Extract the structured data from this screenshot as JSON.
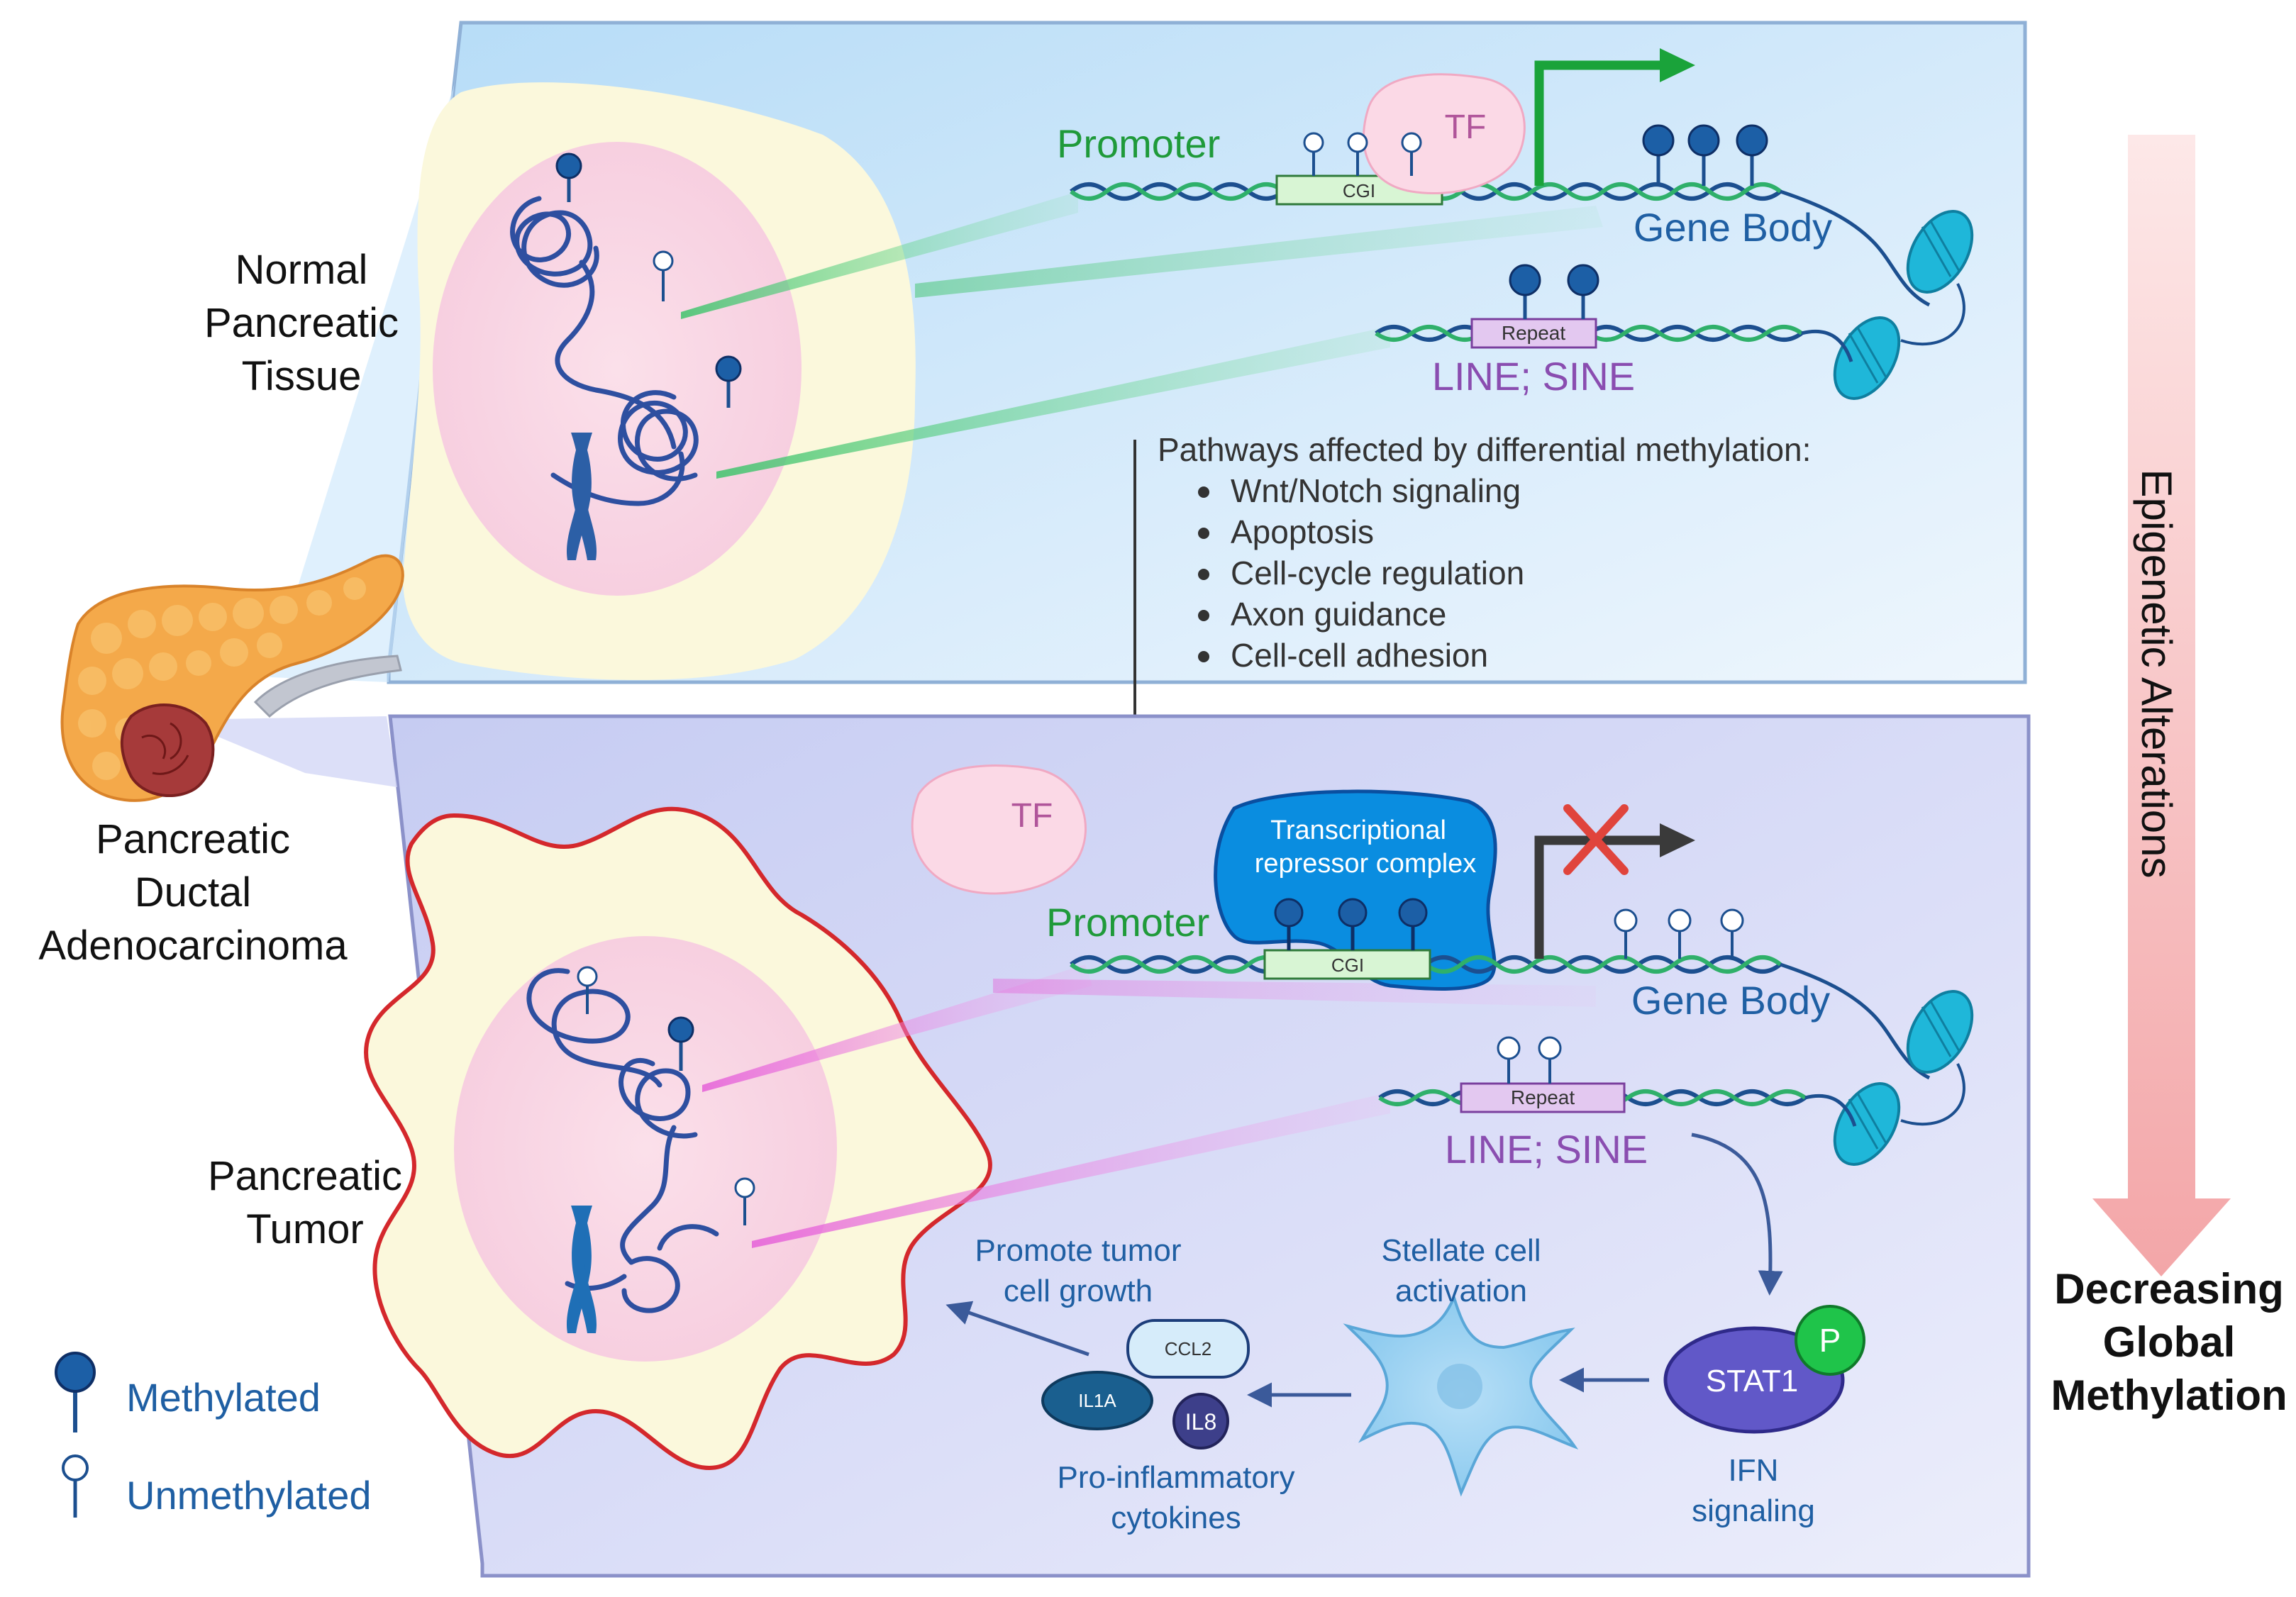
{
  "left": {
    "normal_tissue": [
      "Normal",
      "Pancreatic",
      "Tissue"
    ],
    "pdac": [
      "Pancreatic",
      "Ductal",
      "Adenocarcinoma"
    ],
    "tumor": [
      "Pancreatic",
      "Tumor"
    ]
  },
  "legend": {
    "methylated": "Methylated",
    "unmethylated": "Unmethylated"
  },
  "top_panel": {
    "promoter": "Promoter",
    "cgi": "CGI",
    "tf": "TF",
    "gene_body": "Gene Body",
    "repeat": "Repeat",
    "line_sine": "LINE; SINE"
  },
  "pathways": {
    "title": "Pathways affected by differential methylation:",
    "items": [
      "Wnt/Notch signaling",
      "Apoptosis",
      "Cell-cycle regulation",
      "Axon guidance",
      "Cell-cell adhesion"
    ]
  },
  "bottom_panel": {
    "tf": "TF",
    "repressor": [
      "Transcriptional",
      "repressor complex"
    ],
    "promoter": "Promoter",
    "cgi": "CGI",
    "gene_body": "Gene Body",
    "repeat": "Repeat",
    "line_sine": "LINE; SINE",
    "stat1": "STAT1",
    "p": "P",
    "ifn": [
      "IFN",
      "signaling"
    ],
    "stellate": [
      "Stellate cell",
      "activation"
    ],
    "promote": [
      "Promote tumor",
      "cell growth"
    ],
    "cytokines": [
      "Pro-inflammatory",
      "cytokines"
    ],
    "ccl2": "CCL2",
    "il1a": "IL1A",
    "il8": "IL8"
  },
  "right": {
    "epigenetic": "Epigenetic Alterations",
    "decreasing": [
      "Decreasing",
      "Global",
      "Methylation"
    ]
  },
  "colors": {
    "methylated": "#1c5fa6",
    "promoter_green": "#1f9a3a",
    "line_sine_purple": "#8a4db0",
    "arrow_green": "#1aa33a",
    "red_x": "#e0443c",
    "tumor_outline": "#d4282c"
  }
}
